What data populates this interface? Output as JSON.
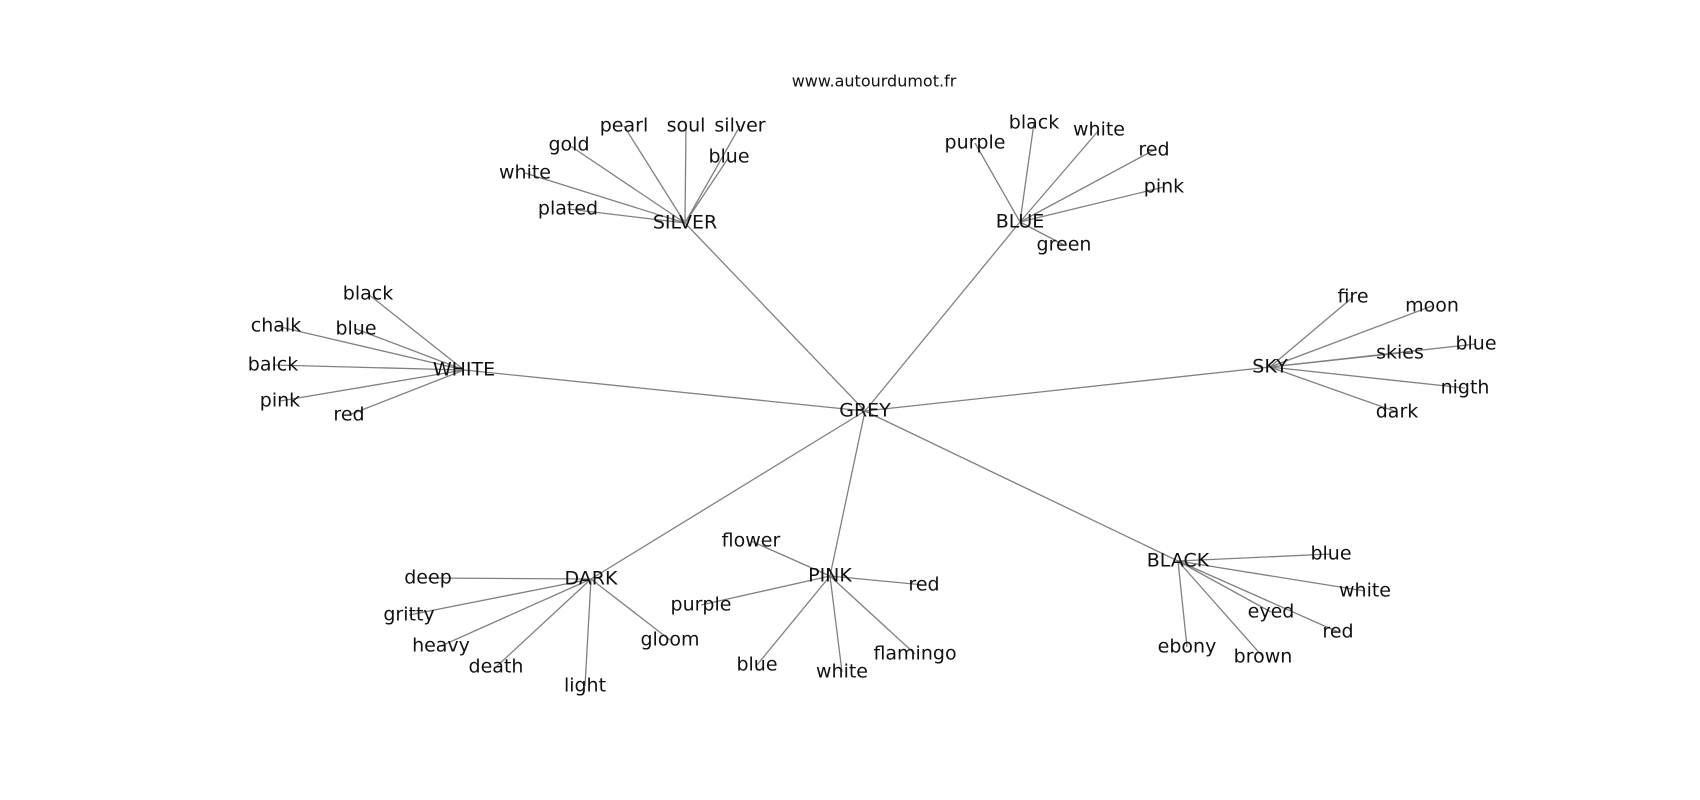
{
  "source_label": "www.autourdumot.fr",
  "center": "GREY",
  "hubs": [
    {
      "label": "SILVER",
      "words": [
        "pearl",
        "soul",
        "silver",
        "gold",
        "white",
        "plated",
        "blue"
      ]
    },
    {
      "label": "BLUE",
      "words": [
        "purple",
        "black",
        "white",
        "red",
        "pink",
        "green"
      ]
    },
    {
      "label": "WHITE",
      "words": [
        "black",
        "chalk",
        "blue",
        "balck",
        "pink",
        "red"
      ]
    },
    {
      "label": "SKY",
      "words": [
        "fire",
        "moon",
        "skies",
        "blue",
        "nigth",
        "dark"
      ]
    },
    {
      "label": "DARK",
      "words": [
        "deep",
        "gritty",
        "heavy",
        "death",
        "light",
        "gloom"
      ]
    },
    {
      "label": "PINK",
      "words": [
        "flower",
        "purple",
        "red",
        "blue",
        "white",
        "flamingo"
      ]
    },
    {
      "label": "BLACK",
      "words": [
        "blue",
        "white",
        "eyed",
        "red",
        "ebony",
        "brown"
      ]
    }
  ]
}
